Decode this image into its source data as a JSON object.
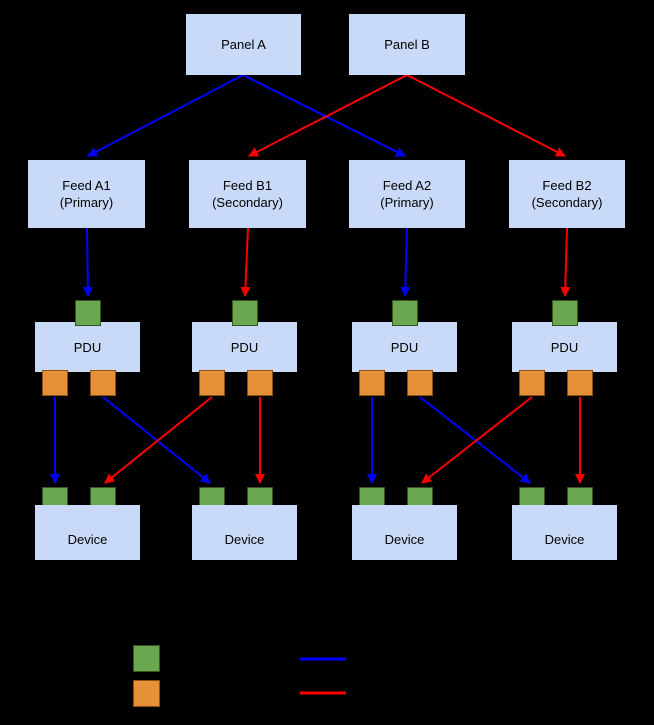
{
  "panels": [
    {
      "label": "Panel A"
    },
    {
      "label": "Panel B"
    }
  ],
  "feeds": [
    {
      "line1": "Feed A1",
      "line2": "(Primary)"
    },
    {
      "line1": "Feed B1",
      "line2": "(Secondary)"
    },
    {
      "line1": "Feed A2",
      "line2": "(Primary)"
    },
    {
      "line1": "Feed B2",
      "line2": "(Secondary)"
    }
  ],
  "pdus": [
    {
      "label": "PDU"
    },
    {
      "label": "PDU"
    },
    {
      "label": "PDU"
    },
    {
      "label": "PDU"
    }
  ],
  "devices": [
    {
      "label": "Device"
    },
    {
      "label": "Device"
    },
    {
      "label": "Device"
    },
    {
      "label": "Device"
    }
  ],
  "colors": {
    "background": "#000000",
    "node_fill": "#c9daf8",
    "input_port": "#6aa84f",
    "output_port": "#e69138",
    "primary_path": "#0000ff",
    "secondary_path": "#ff0000"
  }
}
